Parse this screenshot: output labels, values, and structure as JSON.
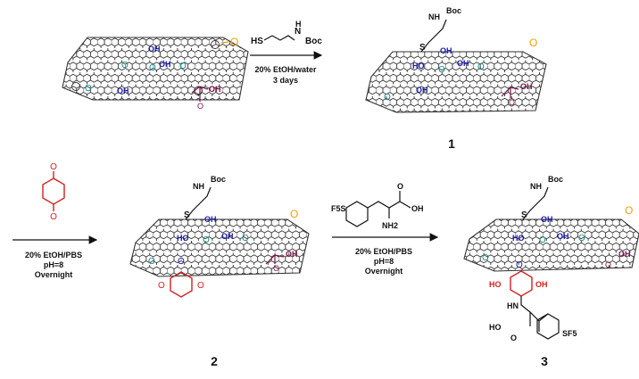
{
  "colors": {
    "lattice": "#333333",
    "hydroxyl": "#1a1aa8",
    "epoxide": "#138a8a",
    "carbonyl": "#f0a000",
    "carboxyl": "#7a1048",
    "quinone": "#d42020",
    "ink": "#111111"
  },
  "reagents": {
    "thiol": {
      "sh": "HS",
      "nh": "N",
      "h": "H",
      "boc": "Boc"
    },
    "quinone": {
      "o_top": "O",
      "o_bottom": "O"
    },
    "amino_acid": {
      "sf5": "F5S",
      "oh": "OH",
      "o": "O",
      "nh2": "NH2"
    }
  },
  "conditions": {
    "step1": [
      "20% EtOH/water",
      "3 days"
    ],
    "step2": [
      "20% EtOH/PBS",
      "pH=8",
      "Overnight"
    ],
    "step3": [
      "20% EtOH/PBS",
      "pH=8",
      "Overnight"
    ]
  },
  "labels": {
    "oh": "OH",
    "ho": "HO",
    "o": "O",
    "s": "S",
    "hn": "HN",
    "boc": "Boc",
    "nh_boc": "NH",
    "sf5": "SF5"
  },
  "compounds": [
    "1",
    "2",
    "3"
  ]
}
